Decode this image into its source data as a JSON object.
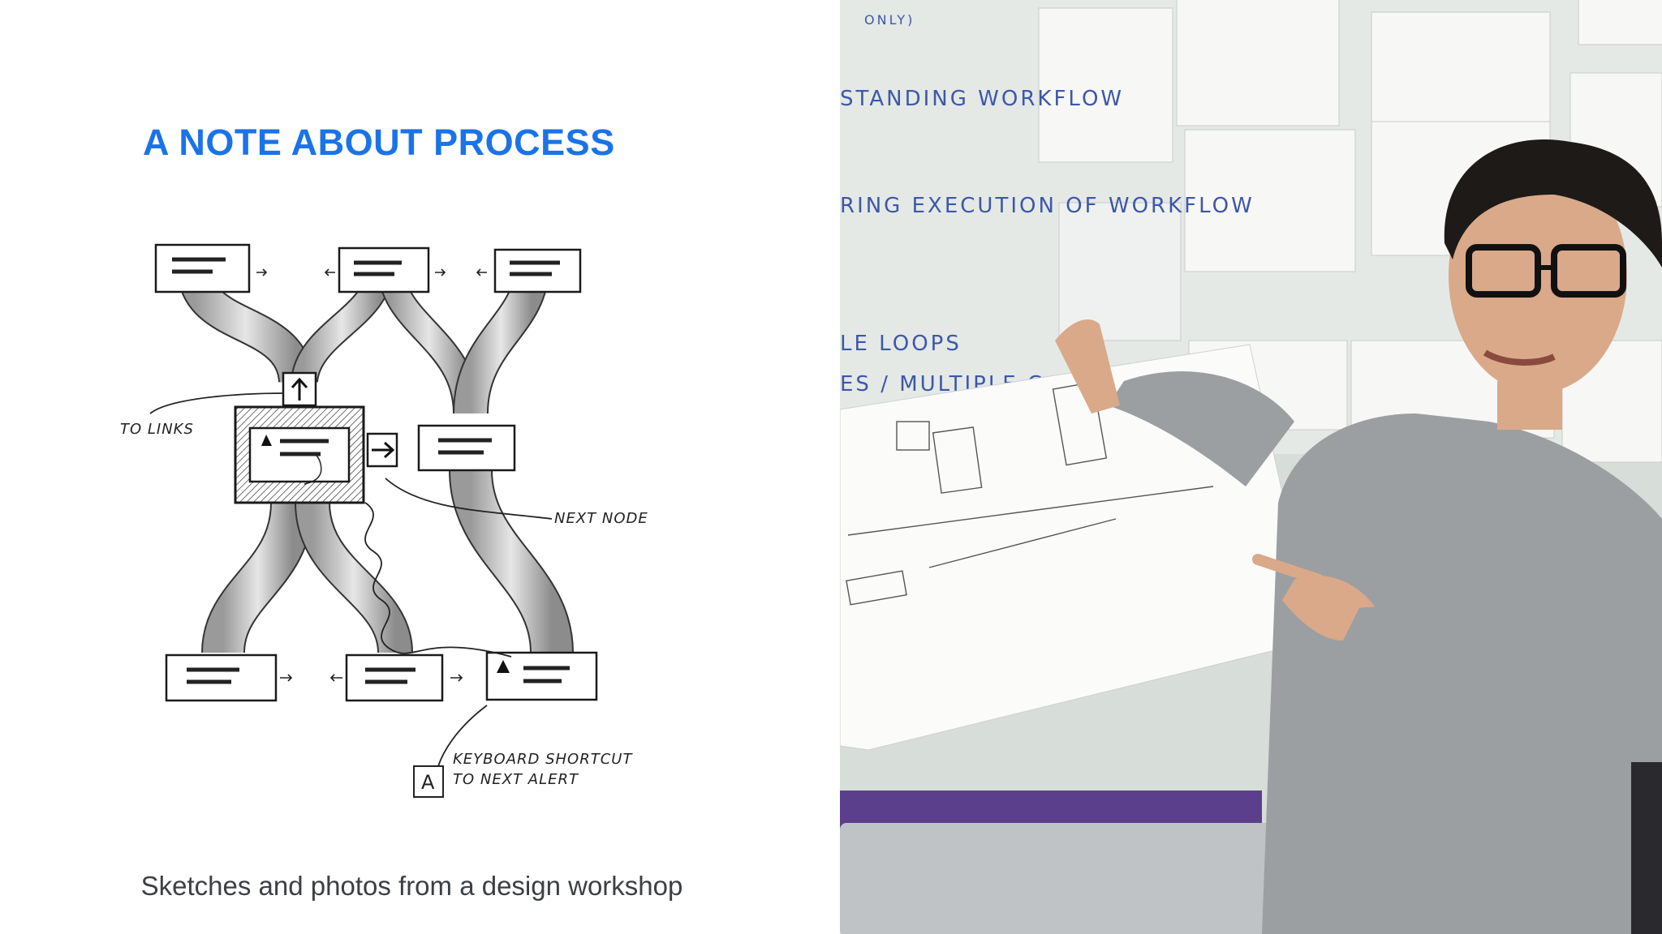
{
  "slide": {
    "title": "A NOTE ABOUT PROCESS",
    "caption": "Sketches and photos from a design workshop",
    "accent_color": "#1a73e8",
    "caption_color": "#3c4043"
  },
  "sketch": {
    "labels": {
      "to_links": "TO LINKS",
      "next_node": "NEXT NODE",
      "keyboard_shortcut_line1": "KEYBOARD SHORTCUT",
      "keyboard_shortcut_line2": "TO NEXT ALERT",
      "shortcut_key": "A"
    }
  },
  "photo": {
    "whiteboard": {
      "line1": "ONLY)",
      "line2": "STANDING WORKFLOW",
      "line3": "RING EXECUTION OF WORKFLOW",
      "line4": "LE LOOPS",
      "line5": "ES / MULTIPLE C"
    }
  }
}
